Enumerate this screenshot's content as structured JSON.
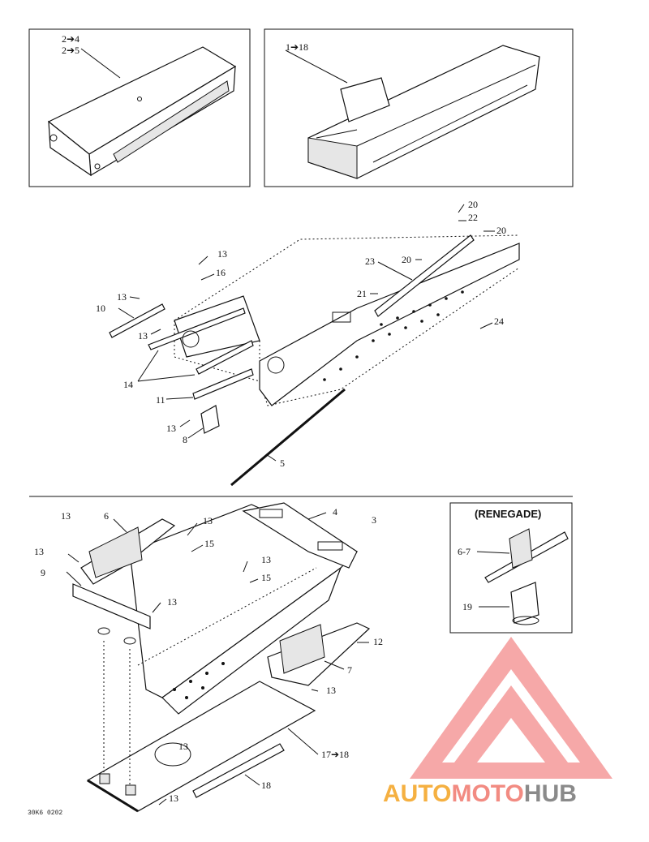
{
  "callouts": {
    "top_left_a": "2➔4",
    "top_left_b": "2➔5",
    "top_right": "1➔18",
    "c20a": "20",
    "c22": "22",
    "c20b": "20",
    "c23": "23",
    "c20c": "20",
    "c21": "21",
    "c24": "24",
    "c13a": "13",
    "c16": "16",
    "c13b": "13",
    "c10": "10",
    "c13c": "13",
    "c14": "14",
    "c11": "11",
    "c13d": "13",
    "c8": "8",
    "c5": "5",
    "b13a": "13",
    "b6": "6",
    "b13b": "13",
    "b4": "4",
    "b3": "3",
    "b15a": "15",
    "b13c": "13",
    "b9": "9",
    "b13d": "13",
    "b15b": "15",
    "b13e": "13",
    "b12": "12",
    "b7": "7",
    "b13f": "13",
    "b17": "17➔18",
    "b13g": "13",
    "b18": "18",
    "b13h": "13"
  },
  "inset": {
    "title": "(RENEGADE)",
    "label_a": "6-7",
    "label_b": "19"
  },
  "drawing_code": "30K6 0202",
  "watermark": {
    "part1": "AUTO",
    "part2": "MOTO",
    "part3": "HUB",
    "color_orange": "#f5b041",
    "color_red": "#f28b82",
    "color_gray": "#8a8a8a"
  }
}
